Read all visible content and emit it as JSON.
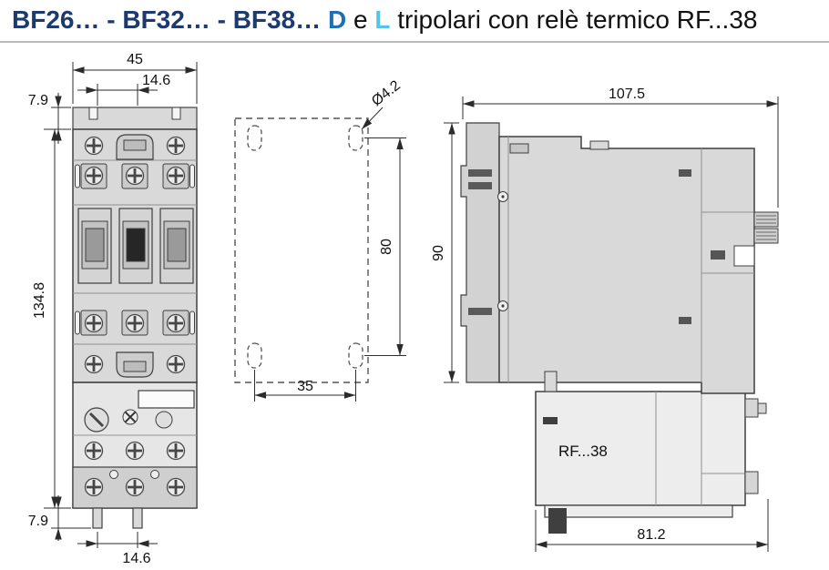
{
  "title": {
    "models": "BF26… - BF32… - BF38…",
    "variant_d": "D",
    "conjunction": "e",
    "variant_l": "L",
    "description": "tripolari con relè termico RF...38"
  },
  "front_view": {
    "dims": {
      "width_top": "45",
      "foot_pitch_top": "14.6",
      "tab_top": "7.9",
      "height": "134.8",
      "tab_bottom": "7.9",
      "foot_pitch_bottom": "14.6"
    }
  },
  "drilling_plan": {
    "dims": {
      "hole_diameter": "Ø4.2",
      "vertical_pitch": "80",
      "horizontal_pitch": "35"
    }
  },
  "side_view": {
    "relay_label": "RF...38",
    "dims": {
      "depth": "107.5",
      "height": "90",
      "relay_depth": "81.2"
    }
  },
  "colors": {
    "title_models": "#1c3a6e",
    "variant_d": "#1d70b8",
    "variant_l": "#56c2ee",
    "drawing_line": "#3f3f3f",
    "body_fill": "#d9d9d9"
  }
}
